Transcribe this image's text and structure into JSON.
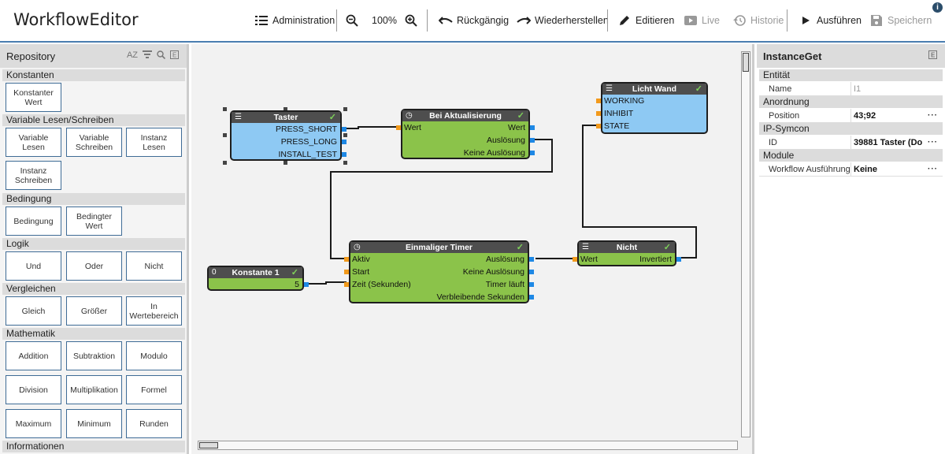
{
  "app": {
    "title": "WorkflowEditor"
  },
  "toolbar": {
    "administration": "Administration",
    "zoom": "100%",
    "undo": "Rückgängig",
    "redo": "Wiederherstellen",
    "edit": "Editieren",
    "live": "Live",
    "history": "Historie",
    "run": "Ausführen",
    "save": "Speichern"
  },
  "repository": {
    "title": "Repository",
    "sort_label": "AZ",
    "categories": [
      {
        "label": "Konstanten",
        "items": [
          "Konstanter Wert"
        ]
      },
      {
        "label": "Variable Lesen/Schreiben",
        "items": [
          "Variable Lesen",
          "Variable Schreiben",
          "Instanz Lesen",
          "Instanz Schreiben"
        ]
      },
      {
        "label": "Bedingung",
        "items": [
          "Bedingung",
          "Bedingter Wert"
        ]
      },
      {
        "label": "Logik",
        "items": [
          "Und",
          "Oder",
          "Nicht"
        ]
      },
      {
        "label": "Vergleichen",
        "items": [
          "Gleich",
          "Größer",
          "In Wertebereich"
        ]
      },
      {
        "label": "Mathematik",
        "items": [
          "Addition",
          "Subtraktion",
          "Modulo",
          "Division",
          "Multiplikation",
          "Formel",
          "Maximum",
          "Minimum",
          "Runden"
        ]
      },
      {
        "label": "Informationen",
        "items": []
      }
    ]
  },
  "nodes": {
    "taster": {
      "title": "Taster",
      "outputs": [
        "PRESS_SHORT",
        "PRESS_LONG",
        "INSTALL_TEST"
      ]
    },
    "aktualisierung": {
      "title": "Bei Aktualisierung",
      "input": "Wert",
      "outputs": [
        "Wert",
        "Auslösung",
        "Keine Auslösung"
      ]
    },
    "licht": {
      "title": "Licht Wand",
      "inputs": [
        "WORKING",
        "INHIBIT",
        "STATE"
      ]
    },
    "timer": {
      "title": "Einmaliger Timer",
      "inputs": [
        "Aktiv",
        "Start",
        "Zeit (Sekunden)"
      ],
      "outputs": [
        "Auslösung",
        "Keine Auslösung",
        "Timer läuft",
        "Verbleibende Sekunden"
      ]
    },
    "nicht": {
      "title": "Nicht",
      "input": "Wert",
      "output": "Invertiert"
    },
    "konstante": {
      "title": "Konstante 1",
      "badge": "0",
      "value": "5"
    }
  },
  "properties": {
    "title": "InstanceGet",
    "entitaet": {
      "label": "Entität",
      "name_key": "Name",
      "name_value": "I1"
    },
    "anordnung": {
      "label": "Anordnung",
      "position_key": "Position",
      "position_value": "43;92"
    },
    "ipsymcon": {
      "label": "IP-Symcon",
      "id_key": "ID",
      "id_value": "39881 Taster (Do"
    },
    "module": {
      "label": "Module",
      "workflow_key": "Workflow Ausführung",
      "workflow_value": "Keine"
    },
    "more": "···"
  },
  "colors": {
    "accent": "#4a7eb0",
    "node_blue": "#8ec9f3",
    "node_green": "#8bc34a",
    "pin_input": "#f29a1c",
    "pin_output": "#1e88e5"
  },
  "icons": [
    "list-icon",
    "zoom-out-icon",
    "zoom-in-icon",
    "undo-icon",
    "redo-icon",
    "pencil-icon",
    "play-box-icon",
    "history-icon",
    "play-icon",
    "save-icon",
    "info-icon",
    "sort-az-icon",
    "filter-icon",
    "search-icon",
    "export-icon",
    "clock-icon",
    "check-icon"
  ]
}
